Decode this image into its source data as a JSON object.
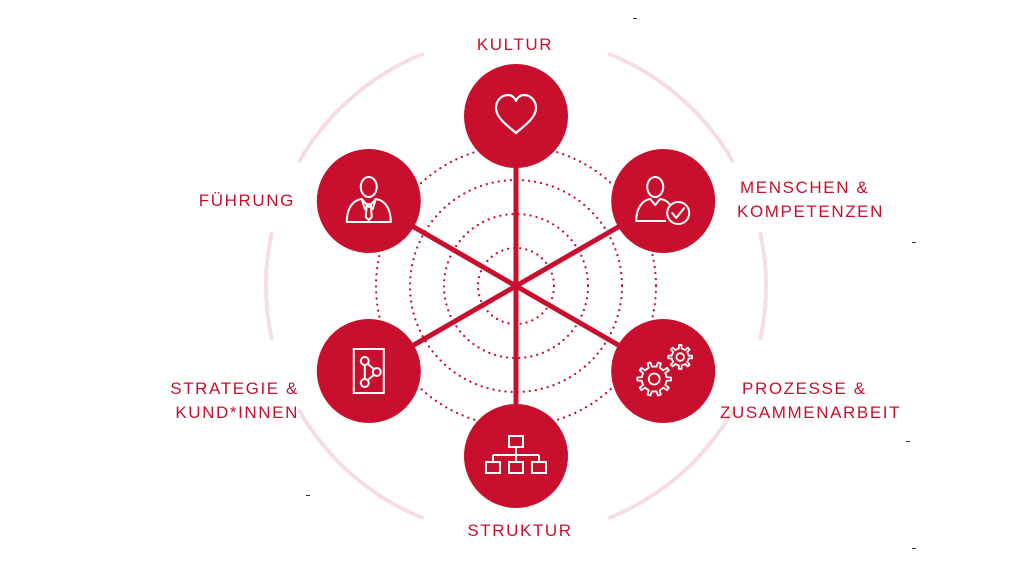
{
  "colors": {
    "accent": "#c8102e",
    "ring": "#f6dde1",
    "icon": "#ffffff"
  },
  "nodes": [
    {
      "id": "kultur",
      "icon": "heart-icon",
      "label_lines": [
        "KULTUR"
      ]
    },
    {
      "id": "menschen",
      "icon": "person-check-icon",
      "label_lines": [
        "MENSCHEN &",
        "KOMPETENZEN"
      ]
    },
    {
      "id": "prozesse",
      "icon": "gears-icon",
      "label_lines": [
        "PROZESSE &",
        "ZUSAMMENARBEIT"
      ]
    },
    {
      "id": "struktur",
      "icon": "org-chart-icon",
      "label_lines": [
        "STRUKTUR"
      ]
    },
    {
      "id": "strategie",
      "icon": "share-document-icon",
      "label_lines": [
        "STRATEGIE &",
        "KUND*INNEN"
      ]
    },
    {
      "id": "fuehrung",
      "icon": "business-person-icon",
      "label_lines": [
        "FÜHRUNG"
      ]
    }
  ]
}
